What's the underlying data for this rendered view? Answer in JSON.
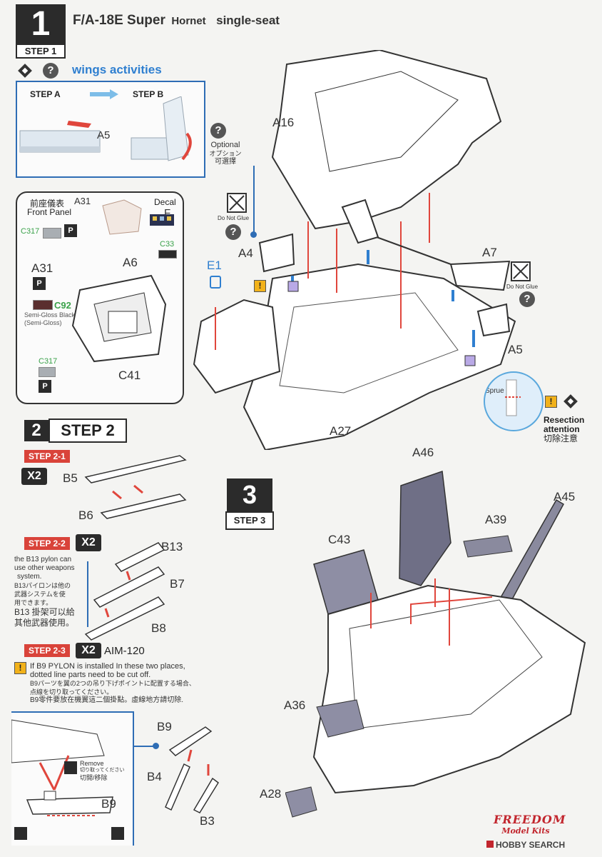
{
  "header": {
    "step1_num": "1",
    "step1_label": "STEP 1",
    "title_a": "F/A-18E Super",
    "title_b": "Hornet",
    "title_c": "single-seat"
  },
  "step1": {
    "wings_title": "wings activities",
    "stepA": "STEP A",
    "stepB": "STEP B",
    "a5_inset": "A5",
    "optional_en": "Optional",
    "optional_jp": "オプション",
    "optional_cn": "可選擇",
    "front_panel_cn": "前座儀表",
    "front_panel_en": "Front Panel",
    "a31_top": "A31",
    "decal": "Decal",
    "decal_f": "F",
    "c317_a": "C317",
    "c33": "C33",
    "a6": "A6",
    "a31_mid": "A31",
    "c92": "C92",
    "semi_gloss_1": "Semi-Gloss Black",
    "semi_gloss_2": "(Semi-Gloss)",
    "c317_b": "C317",
    "c41": "C41",
    "do_not_glue_1": "Do Not Glue",
    "do_not_glue_2": "Do Not Glue",
    "a16": "A16",
    "a4": "A4",
    "e1": "E1",
    "a7": "A7",
    "a5": "A5",
    "a27": "A27",
    "sprue": "Sprue",
    "resection_1": "Resection",
    "resection_2": "attention",
    "resection_cn": "切除注意"
  },
  "step2": {
    "num": "2",
    "label": "STEP 2",
    "s21": "STEP 2-1",
    "x2_a": "X2",
    "b5": "B5",
    "b6": "B6",
    "s22": "STEP 2-2",
    "x2_b": "X2",
    "note_en": [
      "the B13 pylon can",
      "use other weapons",
      "system."
    ],
    "note_jp": [
      "B13パイロンは他の",
      "武器システムを使",
      "用できます。"
    ],
    "note_cn": [
      "B13 掛架可以給",
      "其他武器使用。"
    ],
    "b13": "B13",
    "b7": "B7",
    "b8": "B8",
    "s23": "STEP 2-3",
    "x2_c": "X2",
    "aim": "AIM-120",
    "warn_en": [
      "If B9 PYLON is installed In these two places,",
      "dotted line parts need to be cut off."
    ],
    "warn_jp": [
      "B9パーツを翼の2つの吊り下げポイントに配置する場合、",
      "点線を切り取ってください。"
    ],
    "warn_cn": "B9零件要放在機翼這二個掛點。虛線地方請切除.",
    "remove_en": "Remove",
    "remove_jp": "切り取ってください",
    "remove_cn": "切開/移除",
    "b9_inset": "B9",
    "b9": "B9",
    "b4": "B4",
    "b3": "B3"
  },
  "step3": {
    "num": "3",
    "label": "STEP 3",
    "a46": "A46",
    "a45": "A45",
    "a39": "A39",
    "c43": "C43",
    "a36": "A36",
    "a28": "A28"
  },
  "footer": {
    "brand1": "FREEDOM",
    "brand2": "Model Kits",
    "hobby": "HOBBY SEARCH"
  },
  "colors": {
    "accent_blue": "#2f7fd0",
    "leader_red": "#e0463c",
    "leader_green": "#3aa24a",
    "frame_blue": "#2e6db5"
  }
}
